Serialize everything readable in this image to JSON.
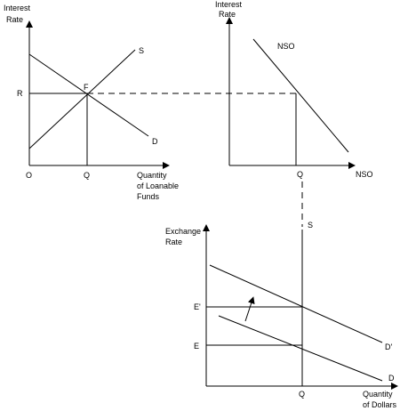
{
  "loanable_funds": {
    "y_axis_line1": "Interest",
    "y_axis_line2": "Rate",
    "x_axis_line1": "Quantity",
    "x_axis_line2": "of Loanable",
    "x_axis_line3": "Funds",
    "origin": "O",
    "q_label": "Q",
    "r_label": "R",
    "f_label": "F",
    "supply_label": "S",
    "demand_label": "D"
  },
  "nso_market": {
    "y_axis_line1": "Interest",
    "y_axis_line2": "Rate",
    "x_axis_label": "NSO",
    "curve_label": "NSO",
    "q_label": "Q"
  },
  "fx_market": {
    "y_axis_line1": "Exchange",
    "y_axis_line2": "Rate",
    "x_axis_line1": "Quantity",
    "x_axis_line2": "of Dollars",
    "supply_label": "S",
    "demand_label": "D",
    "demand_shift_label": "D'",
    "e_label": "E",
    "e_prime_label": "E'",
    "q_label": "Q"
  }
}
